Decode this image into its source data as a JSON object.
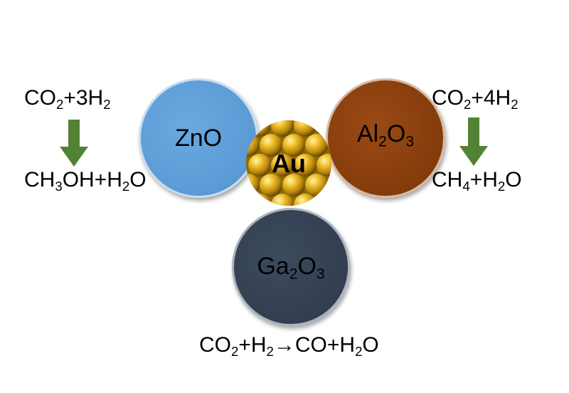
{
  "colors": {
    "zno": "#5b9bd5",
    "al2o3": "#843c0c",
    "ga2o3": "#333f50",
    "au": "#c99a0f",
    "arrow": "#548235"
  },
  "circles": {
    "zno": {
      "parts": [
        "ZnO"
      ]
    },
    "al2o3": {
      "parts": [
        "Al",
        "2",
        "O",
        "3"
      ]
    },
    "ga2o3": {
      "parts": [
        "Ga",
        "2",
        "O",
        "3"
      ]
    },
    "au": {
      "label": "Au"
    }
  },
  "equations": {
    "left_top": {
      "parts": [
        "CO",
        "2",
        "+3H",
        "2"
      ]
    },
    "left_bottom": {
      "parts": [
        "CH",
        "3",
        "OH+H",
        "2",
        "O"
      ]
    },
    "right_top": {
      "parts": [
        "CO",
        "2",
        "+4H",
        "2"
      ]
    },
    "right_bottom": {
      "parts": [
        "CH",
        "4",
        "+H",
        "2",
        "O"
      ]
    },
    "bottom": {
      "parts": [
        "CO",
        "2",
        "+H",
        "2",
        "→CO+H",
        "2",
        "O"
      ]
    }
  },
  "icons": {
    "left_arrow": "down-arrow-icon",
    "right_arrow": "down-arrow-icon"
  }
}
